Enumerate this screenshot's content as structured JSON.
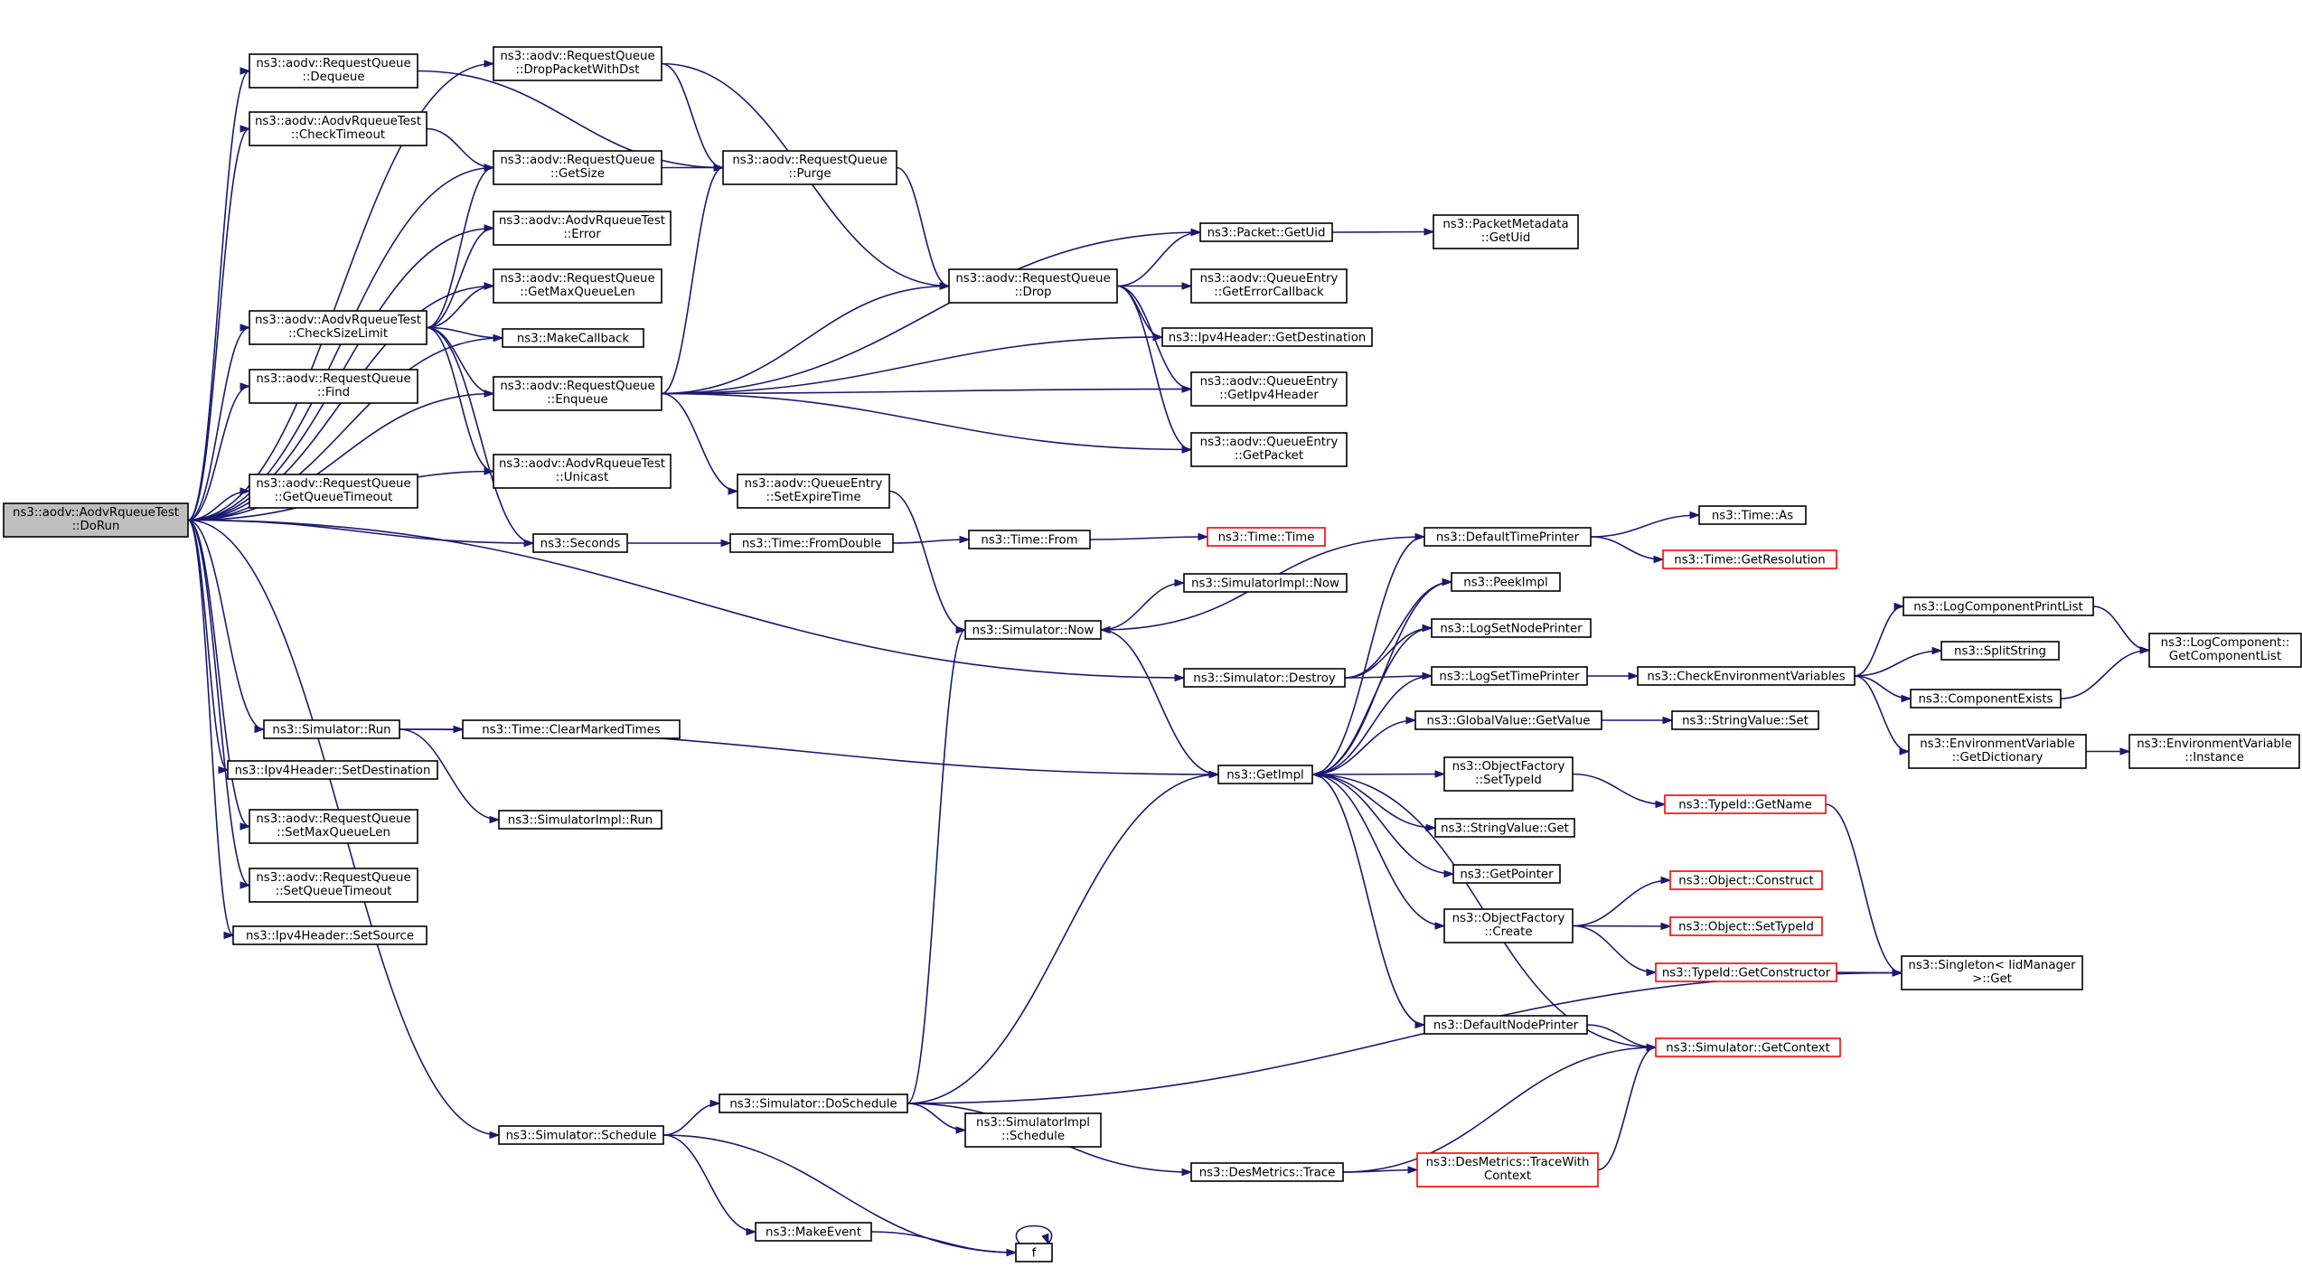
{
  "diagram": {
    "nodes": [
      {
        "id": "dorun",
        "lines": [
          "ns3::aodv::AodvRqueueTest",
          "::DoRun"
        ],
        "root": true
      },
      {
        "id": "dequeue",
        "lines": [
          "ns3::aodv::RequestQueue",
          "::Dequeue"
        ]
      },
      {
        "id": "checktimeout",
        "lines": [
          "ns3::aodv::AodvRqueueTest",
          "::CheckTimeout"
        ]
      },
      {
        "id": "checksizelimit",
        "lines": [
          "ns3::aodv::AodvRqueueTest",
          "::CheckSizeLimit"
        ]
      },
      {
        "id": "find",
        "lines": [
          "ns3::aodv::RequestQueue",
          "::Find"
        ]
      },
      {
        "id": "getqueuetimeout",
        "lines": [
          "ns3::aodv::RequestQueue",
          "::GetQueueTimeout"
        ]
      },
      {
        "id": "simrun",
        "lines": [
          "ns3::Simulator::Run"
        ]
      },
      {
        "id": "setdest",
        "lines": [
          "ns3::Ipv4Header::SetDestination"
        ]
      },
      {
        "id": "setmaxqlen",
        "lines": [
          "ns3::aodv::RequestQueue",
          "::SetMaxQueueLen"
        ]
      },
      {
        "id": "setqtimeout",
        "lines": [
          "ns3::aodv::RequestQueue",
          "::SetQueueTimeout"
        ]
      },
      {
        "id": "setsource",
        "lines": [
          "ns3::Ipv4Header::SetSource"
        ]
      },
      {
        "id": "dropdst",
        "lines": [
          "ns3::aodv::RequestQueue",
          "::DropPacketWithDst"
        ]
      },
      {
        "id": "getsize",
        "lines": [
          "ns3::aodv::RequestQueue",
          "::GetSize"
        ]
      },
      {
        "id": "error",
        "lines": [
          "ns3::aodv::AodvRqueueTest",
          "::Error"
        ]
      },
      {
        "id": "getmaxqlen",
        "lines": [
          "ns3::aodv::RequestQueue",
          "::GetMaxQueueLen"
        ]
      },
      {
        "id": "makecallback",
        "lines": [
          "ns3::MakeCallback"
        ]
      },
      {
        "id": "enqueue",
        "lines": [
          "ns3::aodv::RequestQueue",
          "::Enqueue"
        ]
      },
      {
        "id": "unicast",
        "lines": [
          "ns3::aodv::AodvRqueueTest",
          "::Unicast"
        ]
      },
      {
        "id": "seconds",
        "lines": [
          "ns3::Seconds"
        ]
      },
      {
        "id": "clearmarked",
        "lines": [
          "ns3::Time::ClearMarkedTimes"
        ]
      },
      {
        "id": "simimplrun",
        "lines": [
          "ns3::SimulatorImpl::Run"
        ]
      },
      {
        "id": "schedule",
        "lines": [
          "ns3::Simulator::Schedule"
        ]
      },
      {
        "id": "purge",
        "lines": [
          "ns3::aodv::RequestQueue",
          "::Purge"
        ]
      },
      {
        "id": "setexpire",
        "lines": [
          "ns3::aodv::QueueEntry",
          "::SetExpireTime"
        ]
      },
      {
        "id": "fromdouble",
        "lines": [
          "ns3::Time::FromDouble"
        ]
      },
      {
        "id": "doschedule",
        "lines": [
          "ns3::Simulator::DoSchedule"
        ]
      },
      {
        "id": "makeevent",
        "lines": [
          "ns3::MakeEvent"
        ]
      },
      {
        "id": "drop",
        "lines": [
          "ns3::aodv::RequestQueue",
          "::Drop"
        ]
      },
      {
        "id": "timefrom",
        "lines": [
          "ns3::Time::From"
        ]
      },
      {
        "id": "simnow",
        "lines": [
          "ns3::Simulator::Now"
        ]
      },
      {
        "id": "getuid",
        "lines": [
          "ns3::Packet::GetUid"
        ]
      },
      {
        "id": "geterrcb",
        "lines": [
          "ns3::aodv::QueueEntry",
          "::GetErrorCallback"
        ]
      },
      {
        "id": "getdest",
        "lines": [
          "ns3::Ipv4Header::GetDestination"
        ]
      },
      {
        "id": "getipv4hdr",
        "lines": [
          "ns3::aodv::QueueEntry",
          "::GetIpv4Header"
        ]
      },
      {
        "id": "getpacket",
        "lines": [
          "ns3::aodv::QueueEntry",
          "::GetPacket"
        ]
      },
      {
        "id": "timetime",
        "lines": [
          "ns3::Time::Time"
        ],
        "truncated": true
      },
      {
        "id": "simimplnow",
        "lines": [
          "ns3::SimulatorImpl::Now"
        ]
      },
      {
        "id": "simdestroy",
        "lines": [
          "ns3::Simulator::Destroy"
        ]
      },
      {
        "id": "getimpl",
        "lines": [
          "ns3::GetImpl"
        ]
      },
      {
        "id": "simimplsched",
        "lines": [
          "ns3::SimulatorImpl",
          "::Schedule"
        ]
      },
      {
        "id": "desmtrace",
        "lines": [
          "ns3::DesMetrics::Trace"
        ]
      },
      {
        "id": "ffunc",
        "lines": [
          "f"
        ]
      },
      {
        "id": "pmgetuid",
        "lines": [
          "ns3::PacketMetadata",
          "::GetUid"
        ]
      },
      {
        "id": "deftimeprinter",
        "lines": [
          "ns3::DefaultTimePrinter"
        ]
      },
      {
        "id": "peekimpl",
        "lines": [
          "ns3::PeekImpl"
        ]
      },
      {
        "id": "logsetnode",
        "lines": [
          "ns3::LogSetNodePrinter"
        ]
      },
      {
        "id": "logsettime",
        "lines": [
          "ns3::LogSetTimePrinter"
        ]
      },
      {
        "id": "gvgetvalue",
        "lines": [
          "ns3::GlobalValue::GetValue"
        ]
      },
      {
        "id": "ofsettypeid",
        "lines": [
          "ns3::ObjectFactory",
          "::SetTypeId"
        ]
      },
      {
        "id": "svget",
        "lines": [
          "ns3::StringValue::Get"
        ]
      },
      {
        "id": "getpointer",
        "lines": [
          "ns3::GetPointer"
        ]
      },
      {
        "id": "ofcreate",
        "lines": [
          "ns3::ObjectFactory",
          "::Create"
        ]
      },
      {
        "id": "defnodeprinter",
        "lines": [
          "ns3::DefaultNodePrinter"
        ]
      },
      {
        "id": "desmtracectx",
        "lines": [
          "ns3::DesMetrics::TraceWith",
          "Context"
        ],
        "truncated": true
      },
      {
        "id": "timeas",
        "lines": [
          "ns3::Time::As"
        ]
      },
      {
        "id": "getres",
        "lines": [
          "ns3::Time::GetResolution"
        ],
        "truncated": true
      },
      {
        "id": "checkenv",
        "lines": [
          "ns3::CheckEnvironmentVariables"
        ]
      },
      {
        "id": "svset",
        "lines": [
          "ns3::StringValue::Set"
        ]
      },
      {
        "id": "typeidgetname",
        "lines": [
          "ns3::TypeId::GetName"
        ],
        "truncated": true
      },
      {
        "id": "objconstruct",
        "lines": [
          "ns3::Object::Construct"
        ],
        "truncated": true
      },
      {
        "id": "objsettypeid",
        "lines": [
          "ns3::Object::SetTypeId"
        ],
        "truncated": true
      },
      {
        "id": "typeidgetctor",
        "lines": [
          "ns3::TypeId::GetConstructor"
        ],
        "truncated": true
      },
      {
        "id": "simgetctx",
        "lines": [
          "ns3::Simulator::GetContext"
        ],
        "truncated": true
      },
      {
        "id": "logcompprint",
        "lines": [
          "ns3::LogComponentPrintList"
        ]
      },
      {
        "id": "splitstring",
        "lines": [
          "ns3::SplitString"
        ]
      },
      {
        "id": "compexists",
        "lines": [
          "ns3::ComponentExists"
        ]
      },
      {
        "id": "envgetdict",
        "lines": [
          "ns3::EnvironmentVariable",
          "::GetDictionary"
        ]
      },
      {
        "id": "singletonget",
        "lines": [
          "ns3::Singleton< IidManager",
          " >::Get"
        ]
      },
      {
        "id": "logcompget",
        "lines": [
          "ns3::LogComponent::",
          "GetComponentList"
        ]
      },
      {
        "id": "envinstance",
        "lines": [
          "ns3::EnvironmentVariable",
          "::Instance"
        ]
      }
    ],
    "edges": [
      [
        "dorun",
        "dequeue"
      ],
      [
        "dorun",
        "checktimeout"
      ],
      [
        "dorun",
        "checksizelimit"
      ],
      [
        "dorun",
        "find"
      ],
      [
        "dorun",
        "getqueuetimeout"
      ],
      [
        "dorun",
        "simrun"
      ],
      [
        "dorun",
        "setdest"
      ],
      [
        "dorun",
        "setmaxqlen"
      ],
      [
        "dorun",
        "setqtimeout"
      ],
      [
        "dorun",
        "setsource"
      ],
      [
        "dorun",
        "dropdst"
      ],
      [
        "dorun",
        "getsize"
      ],
      [
        "dorun",
        "error"
      ],
      [
        "dorun",
        "getmaxqlen"
      ],
      [
        "dorun",
        "makecallback"
      ],
      [
        "dorun",
        "enqueue"
      ],
      [
        "dorun",
        "unicast"
      ],
      [
        "dorun",
        "seconds"
      ],
      [
        "dorun",
        "simdestroy"
      ],
      [
        "dorun",
        "schedule"
      ],
      [
        "dequeue",
        "purge"
      ],
      [
        "checktimeout",
        "getsize"
      ],
      [
        "checksizelimit",
        "getsize"
      ],
      [
        "checksizelimit",
        "error"
      ],
      [
        "checksizelimit",
        "getmaxqlen"
      ],
      [
        "checksizelimit",
        "makecallback"
      ],
      [
        "checksizelimit",
        "enqueue"
      ],
      [
        "checksizelimit",
        "unicast"
      ],
      [
        "checksizelimit",
        "seconds"
      ],
      [
        "simrun",
        "clearmarked"
      ],
      [
        "simrun",
        "simimplrun"
      ],
      [
        "simrun",
        "getimpl"
      ],
      [
        "dropdst",
        "purge"
      ],
      [
        "dropdst",
        "drop"
      ],
      [
        "getsize",
        "purge"
      ],
      [
        "enqueue",
        "purge"
      ],
      [
        "enqueue",
        "drop"
      ],
      [
        "enqueue",
        "getuid"
      ],
      [
        "enqueue",
        "getdest"
      ],
      [
        "enqueue",
        "getipv4hdr"
      ],
      [
        "enqueue",
        "getpacket"
      ],
      [
        "enqueue",
        "setexpire"
      ],
      [
        "purge",
        "drop"
      ],
      [
        "drop",
        "getuid"
      ],
      [
        "drop",
        "geterrcb"
      ],
      [
        "drop",
        "getdest"
      ],
      [
        "drop",
        "getipv4hdr"
      ],
      [
        "drop",
        "getpacket"
      ],
      [
        "setexpire",
        "simnow"
      ],
      [
        "seconds",
        "fromdouble"
      ],
      [
        "fromdouble",
        "timefrom"
      ],
      [
        "timefrom",
        "timetime"
      ],
      [
        "getuid",
        "pmgetuid"
      ],
      [
        "simnow",
        "simimplnow"
      ],
      [
        "simnow",
        "getimpl"
      ],
      [
        "deftimeprinter",
        "simnow"
      ],
      [
        "deftimeprinter",
        "timeas"
      ],
      [
        "deftimeprinter",
        "getres"
      ],
      [
        "simdestroy",
        "peekimpl"
      ],
      [
        "simdestroy",
        "logsetnode"
      ],
      [
        "simdestroy",
        "logsettime"
      ],
      [
        "getimpl",
        "deftimeprinter"
      ],
      [
        "getimpl",
        "peekimpl"
      ],
      [
        "getimpl",
        "logsetnode"
      ],
      [
        "getimpl",
        "logsettime"
      ],
      [
        "getimpl",
        "gvgetvalue"
      ],
      [
        "getimpl",
        "ofsettypeid"
      ],
      [
        "getimpl",
        "svget"
      ],
      [
        "getimpl",
        "getpointer"
      ],
      [
        "getimpl",
        "ofcreate"
      ],
      [
        "getimpl",
        "defnodeprinter"
      ],
      [
        "simgetctx",
        "getimpl"
      ],
      [
        "logsettime",
        "checkenv"
      ],
      [
        "checkenv",
        "logcompprint"
      ],
      [
        "checkenv",
        "splitstring"
      ],
      [
        "checkenv",
        "compexists"
      ],
      [
        "checkenv",
        "envgetdict"
      ],
      [
        "logcompprint",
        "logcompget"
      ],
      [
        "compexists",
        "logcompget"
      ],
      [
        "envgetdict",
        "envinstance"
      ],
      [
        "gvgetvalue",
        "svset"
      ],
      [
        "ofsettypeid",
        "typeidgetname"
      ],
      [
        "typeidgetname",
        "singletonget"
      ],
      [
        "ofcreate",
        "objconstruct"
      ],
      [
        "ofcreate",
        "objsettypeid"
      ],
      [
        "ofcreate",
        "typeidgetctor"
      ],
      [
        "typeidgetctor",
        "singletonget"
      ],
      [
        "defnodeprinter",
        "simgetctx"
      ],
      [
        "schedule",
        "doschedule"
      ],
      [
        "schedule",
        "makeevent"
      ],
      [
        "schedule",
        "ffunc"
      ],
      [
        "doschedule",
        "simnow"
      ],
      [
        "doschedule",
        "getimpl"
      ],
      [
        "doschedule",
        "simimplsched"
      ],
      [
        "doschedule",
        "desmtrace"
      ],
      [
        "doschedule",
        "singletonget"
      ],
      [
        "desmtrace",
        "simgetctx"
      ],
      [
        "desmtrace",
        "desmtracectx"
      ],
      [
        "desmtracectx",
        "simgetctx"
      ],
      [
        "makeevent",
        "ffunc"
      ],
      [
        "ffunc",
        "ffunc"
      ]
    ]
  }
}
